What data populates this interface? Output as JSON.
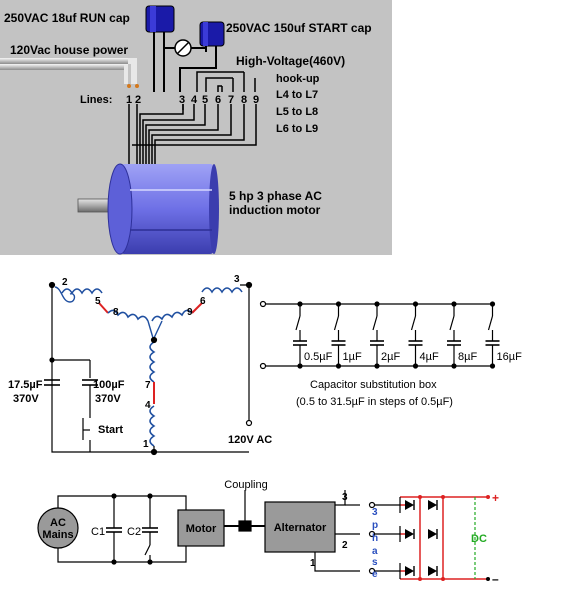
{
  "photo": {
    "run_cap": "250VAC 18uf RUN cap",
    "start_cap": "250VAC 150uf START cap",
    "house_power": "120Vac house power",
    "high_voltage": "High-Voltage(460V)",
    "hookup": "hook-up",
    "l4_l7": "L4 to L7",
    "l5_l8": "L5 to L8",
    "l6_l9": "L6 to L9",
    "lines": "Lines:",
    "line_nums": [
      "1",
      "2",
      "3",
      "4",
      "5",
      "6",
      "7",
      "8",
      "9"
    ],
    "motor_label_1": "5 hp 3 phase AC",
    "motor_label_2": "induction motor"
  },
  "schematic": {
    "nodes": [
      "2",
      "5",
      "8",
      "9",
      "6",
      "3",
      "7",
      "4",
      "1"
    ],
    "cap_run": "17.5µF",
    "cap_run_v": "370V",
    "cap_start": "100µF",
    "cap_start_v": "370V",
    "start": "Start",
    "input": "120V AC",
    "box_caps": [
      "0.5µF",
      "1µF",
      "2µF",
      "4µF",
      "8µF",
      "16µF"
    ],
    "box_title": "Capacitor substitution box",
    "box_sub": "(0.5 to 31.5µF in steps of 0.5µF)"
  },
  "block": {
    "mains_1": "AC",
    "mains_2": "Mains",
    "c1": "C1",
    "c2": "C2",
    "motor": "Motor",
    "coupling": "Coupling",
    "alternator": "Alternator",
    "phase_text": [
      "3",
      "p",
      "h",
      "a",
      "s",
      "e"
    ],
    "terms": [
      "3",
      "2",
      "1"
    ],
    "dc": "DC",
    "plus": "+",
    "minus": "–"
  },
  "colors": {
    "photo_bg": "#c3c3c3",
    "motor_blue": "#6e70e6",
    "coil_blue": "#1f4fa0",
    "red": "#dd2222",
    "green": "#22aa22",
    "phase_blue": "#2a4fbf"
  }
}
